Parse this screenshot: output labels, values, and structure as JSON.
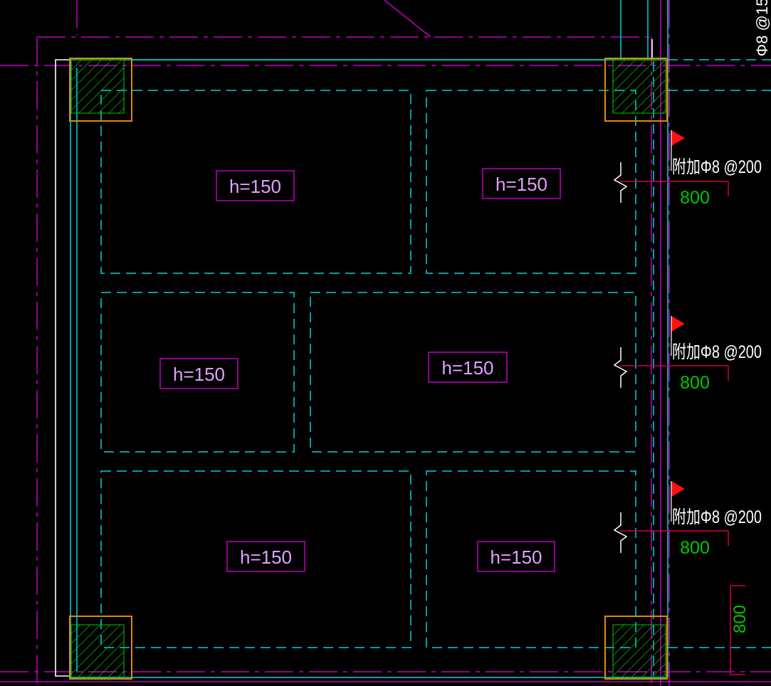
{
  "colors": {
    "background": "#000000",
    "cyan": "#00d4d4",
    "magenta": "#c000c0",
    "white": "#ffffff",
    "orange": "#e08a00",
    "green": "#00c800",
    "red": "#ff1010",
    "label_text": "#e0a0ff"
  },
  "slabs": [
    {
      "label": "h=150"
    },
    {
      "label": "h=150"
    },
    {
      "label": "h=150"
    },
    {
      "label": "h=150"
    },
    {
      "label": "h=150"
    },
    {
      "label": "h=150"
    }
  ],
  "annotations": [
    {
      "rebar": "附加Φ8 @200",
      "length": "800"
    },
    {
      "rebar": "附加Φ8 @200",
      "length": "800"
    },
    {
      "rebar": "附加Φ8 @200",
      "length": "800"
    }
  ],
  "corner_text": "Φ8 @15",
  "dimension_text": "800"
}
